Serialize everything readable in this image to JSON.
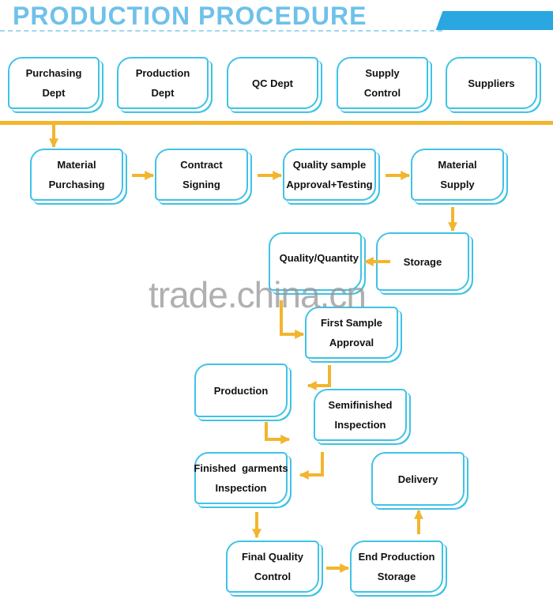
{
  "header": {
    "title": "PRODUCTION PROCEDURE"
  },
  "departments": [
    {
      "id": "purchasing",
      "lines": [
        "Purchasing",
        "Dept"
      ]
    },
    {
      "id": "production",
      "lines": [
        "Production",
        "Dept"
      ]
    },
    {
      "id": "qc",
      "lines": [
        "QC Dept"
      ]
    },
    {
      "id": "supply",
      "lines": [
        "Supply",
        "Control"
      ]
    },
    {
      "id": "suppliers",
      "lines": [
        "Suppliers"
      ]
    }
  ],
  "steps": [
    {
      "id": "material-purchasing",
      "lines": [
        "Material",
        "Purchasing"
      ]
    },
    {
      "id": "contract-signing",
      "lines": [
        "Contract",
        "Signing"
      ]
    },
    {
      "id": "quality-sample",
      "lines": [
        "Quality sample",
        "Approval+Testing"
      ]
    },
    {
      "id": "material-supply",
      "lines": [
        "Material",
        "Supply"
      ]
    },
    {
      "id": "storage",
      "lines": [
        "Storage"
      ]
    },
    {
      "id": "quality-quantity",
      "lines": [
        "Quality/Quantity"
      ]
    },
    {
      "id": "first-sample",
      "lines": [
        "First Sample",
        "Approval"
      ]
    },
    {
      "id": "production",
      "lines": [
        "Production"
      ]
    },
    {
      "id": "semifinished",
      "lines": [
        "Semifinished",
        "Inspection"
      ]
    },
    {
      "id": "finished-garments",
      "lines": [
        "Finished  garments",
        "Inspection"
      ]
    },
    {
      "id": "final-quality",
      "lines": [
        "Final Quality",
        "Control"
      ]
    },
    {
      "id": "end-production-storage",
      "lines": [
        "End Production",
        "Storage"
      ]
    },
    {
      "id": "delivery",
      "lines": [
        "Delivery"
      ]
    }
  ],
  "watermark": "trade.china.cn",
  "colors": {
    "title": "#6ec1ea",
    "box_border": "#3fc3e6",
    "arrow": "#f3b52e",
    "accent_tab": "#2aa7e1"
  }
}
